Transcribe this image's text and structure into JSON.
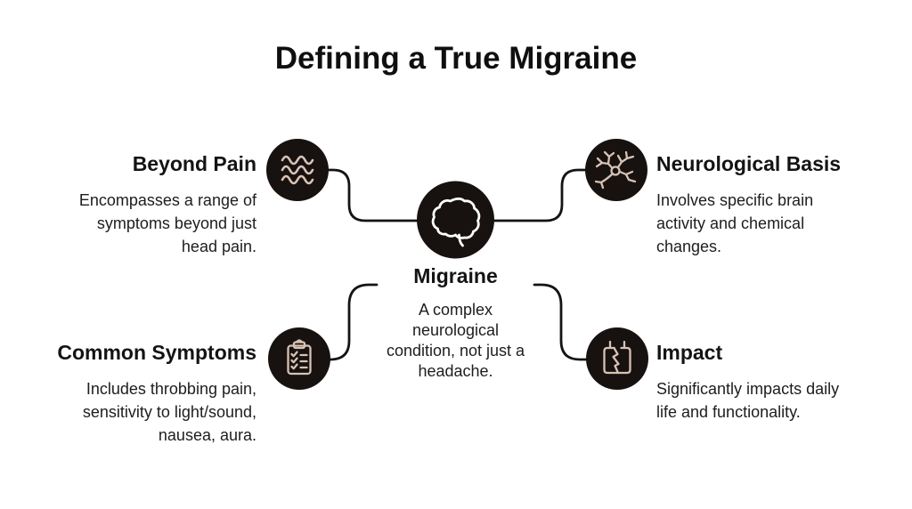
{
  "title": "Defining a True Migraine",
  "center": {
    "icon": "brain-icon",
    "heading": "Migraine",
    "description": "A complex\nneurological\ncondition, not just a\nheadache."
  },
  "nodes": [
    {
      "id": "beyond-pain",
      "position": "top-left",
      "icon": "waves-icon",
      "heading": "Beyond Pain",
      "description": "Encompasses a range of\nsymptoms beyond just\nhead pain."
    },
    {
      "id": "neurological-basis",
      "position": "top-right",
      "icon": "neuron-icon",
      "heading": "Neurological Basis",
      "description": "Involves specific brain\nactivity and chemical\nchanges."
    },
    {
      "id": "common-symptoms",
      "position": "bottom-left",
      "icon": "checklist-icon",
      "heading": "Common Symptoms",
      "description": "Includes throbbing pain,\nsensitivity to light/sound,\nnausea, aura."
    },
    {
      "id": "impact",
      "position": "bottom-right",
      "icon": "broken-calendar-icon",
      "heading": "Impact",
      "description": "Significantly impacts daily\nlife and functionality."
    }
  ],
  "colors": {
    "background": "#ffffff",
    "text": "#121212",
    "node_circle_fill": "#171210",
    "node_icon_stroke": "#d8c2b4",
    "center_icon_stroke": "#ffffff",
    "connector_line": "#141414"
  }
}
